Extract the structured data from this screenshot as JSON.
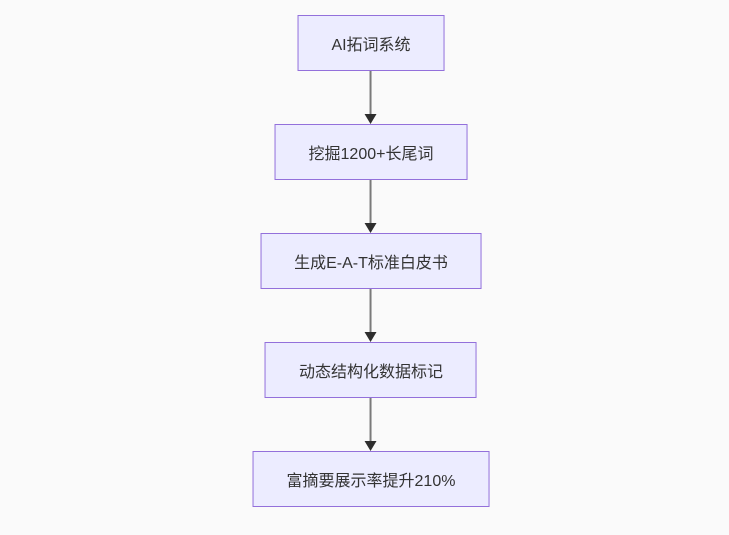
{
  "diagram": {
    "type": "flowchart",
    "direction": "top-down",
    "colors": {
      "background": "#fafafa",
      "node_fill": "#ececff",
      "node_border": "#9370db",
      "node_text": "#333333",
      "edge_line": "#7a7a7a",
      "arrowhead": "#2e2e2e"
    },
    "nodes": [
      {
        "id": "n1",
        "label": "AI拓词系统"
      },
      {
        "id": "n2",
        "label": "挖掘1200+长尾词"
      },
      {
        "id": "n3",
        "label": "生成E-A-T标准白皮书"
      },
      {
        "id": "n4",
        "label": "动态结构化数据标记"
      },
      {
        "id": "n5",
        "label": "富摘要展示率提升210%"
      }
    ],
    "edges": [
      {
        "from": "AI拓词系统",
        "to": "挖掘1200+长尾词",
        "arrow": "down"
      },
      {
        "from": "挖掘1200+长尾词",
        "to": "生成E-A-T标准白皮书",
        "arrow": "down"
      },
      {
        "from": "生成E-A-T标准白皮书",
        "to": "动态结构化数据标记",
        "arrow": "down"
      },
      {
        "from": "动态结构化数据标记",
        "to": "富摘要展示率提升210%",
        "arrow": "down"
      }
    ]
  }
}
